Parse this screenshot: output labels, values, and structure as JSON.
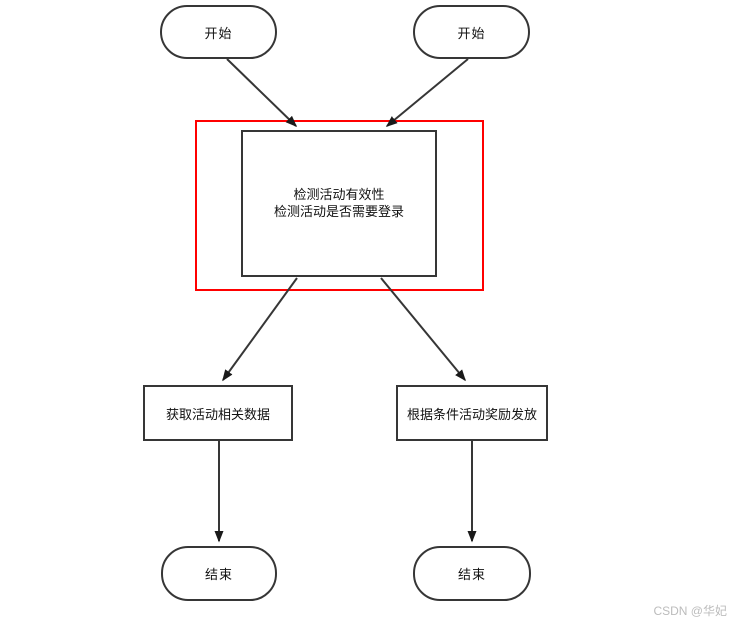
{
  "flowchart": {
    "start_left": {
      "label": "开始"
    },
    "start_right": {
      "label": "开始"
    },
    "check_box": {
      "line1": "检测活动有效性",
      "line2": "检测活动是否需要登录"
    },
    "fetch_box": {
      "label": "获取活动相关数据"
    },
    "reward_box": {
      "label": "根据条件活动奖励发放"
    },
    "end_left": {
      "label": "结束"
    },
    "end_right": {
      "label": "结束"
    },
    "watermark": {
      "label": "CSDN @华妃"
    },
    "colors": {
      "node_border": "#363636",
      "arrow": "#1a1a1a",
      "highlight_frame": "#ff0000",
      "text": "#111111",
      "watermark_text": "#bcbcbc",
      "background": "#ffffff"
    }
  }
}
